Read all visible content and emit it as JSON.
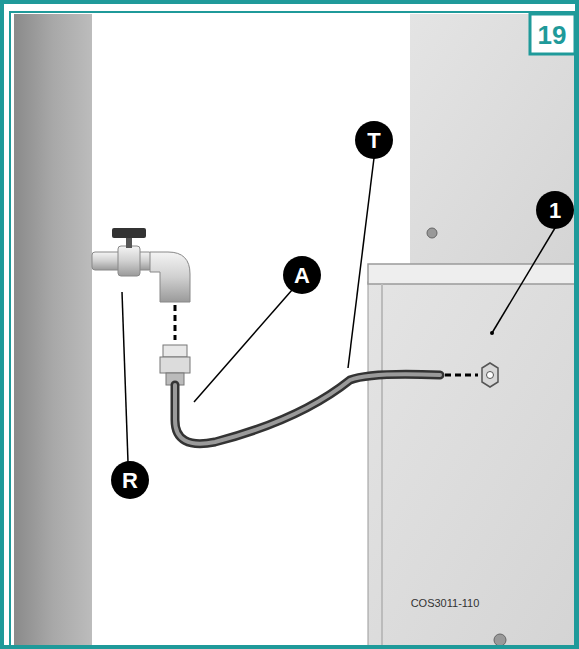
{
  "diagram": {
    "labels": [
      "19",
      "T",
      "1",
      "A",
      "R",
      "COS3011-110"
    ]
  }
}
